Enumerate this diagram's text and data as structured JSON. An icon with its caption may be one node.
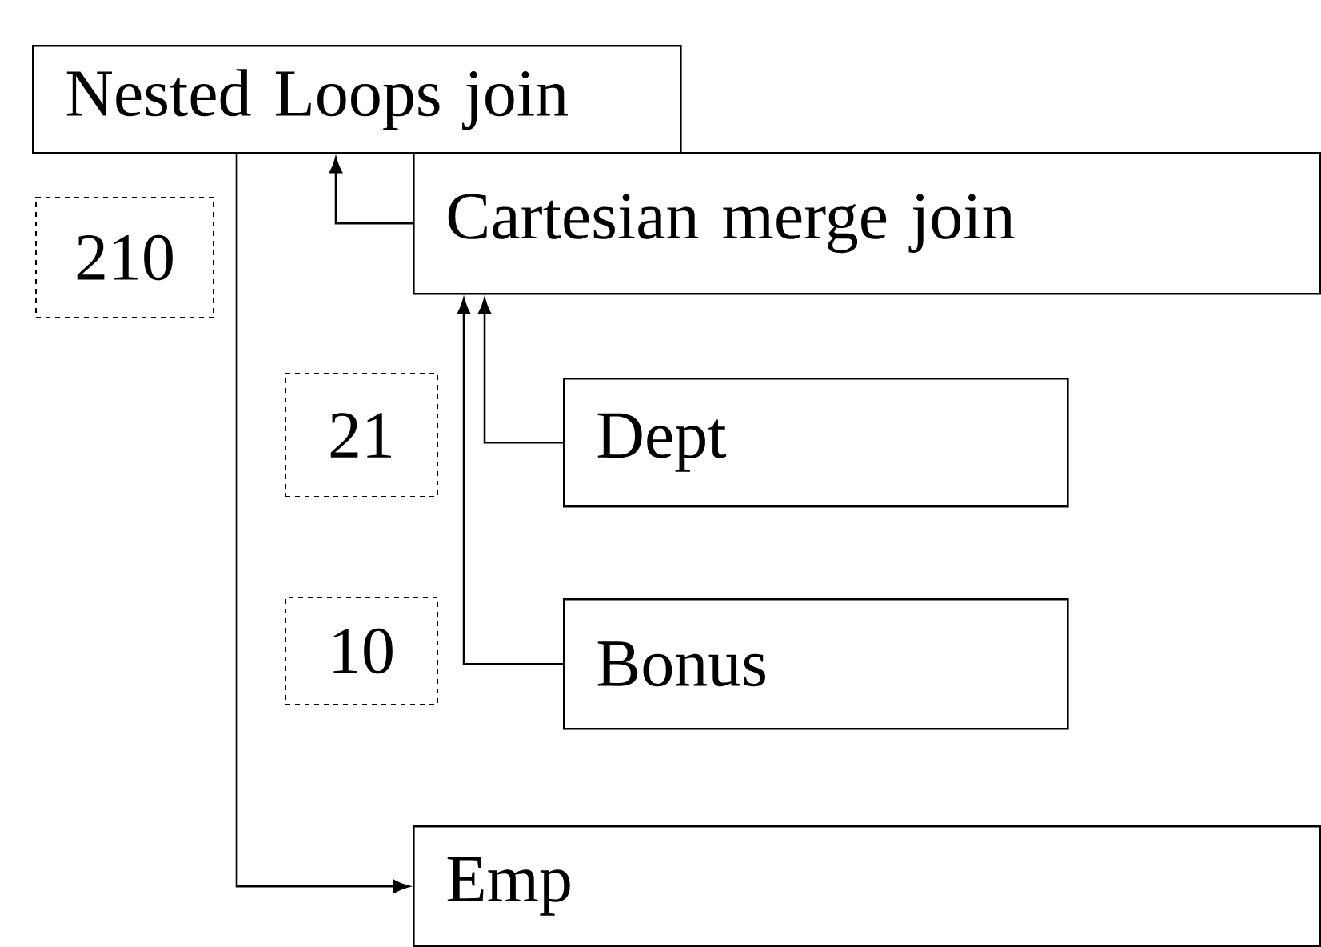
{
  "diagram": {
    "nodes": [
      {
        "text": [
          "Nested Loops join"
        ]
      },
      {
        "text": [
          "210"
        ]
      },
      {
        "text": [
          "Cartesian merge join"
        ]
      },
      {
        "text": [
          "21"
        ]
      },
      {
        "text": [
          "Dept"
        ]
      },
      {
        "text": [
          "10"
        ]
      },
      {
        "text": [
          "Bonus"
        ]
      },
      {
        "text": [
          "Emp"
        ]
      }
    ],
    "edges": [
      {
        "from": 2,
        "to": 0,
        "arrow": "to"
      },
      {
        "from": 4,
        "to": 2,
        "arrow": "to"
      },
      {
        "from": 6,
        "to": 2,
        "arrow": "to"
      },
      {
        "from": 0,
        "to": 7,
        "arrow": "to"
      }
    ]
  }
}
